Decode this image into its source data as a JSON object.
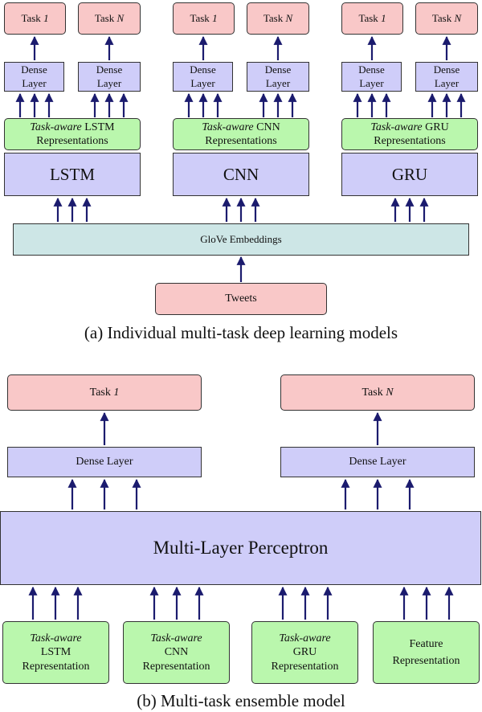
{
  "a": {
    "task_first": "Task",
    "task_first_idx": "1",
    "task_last": "Task",
    "task_last_idx": "N",
    "dense_line1": "Dense",
    "dense_line2": "Layer",
    "aware": "Task-aware",
    "lstm_rep_name": "LSTM",
    "cnn_rep_name": "CNN",
    "gru_rep_name": "GRU",
    "rep_suffix": "Representations",
    "lstm": "LSTM",
    "cnn": "CNN",
    "gru": "GRU",
    "glove": "GloVe Embeddings",
    "tweets": "Tweets",
    "caption": "(a) Individual multi-task deep learning models"
  },
  "b": {
    "task_first": "Task",
    "task_first_idx": "1",
    "task_last": "Task",
    "task_last_idx": "N",
    "dense": "Dense Layer",
    "mlp": "Multi-Layer Perceptron",
    "aware": "Task-aware",
    "lstm": "LSTM",
    "cnn": "CNN",
    "gru": "GRU",
    "representation": "Representation",
    "feature": "Feature",
    "caption": "(b) Multi-task ensemble model"
  },
  "colors": {
    "task": "#f9c8c8",
    "layer": "#cfcdf9",
    "representation": "#baf7ad",
    "embedding": "#cde6e6",
    "arrow": "#1b1b6e"
  }
}
